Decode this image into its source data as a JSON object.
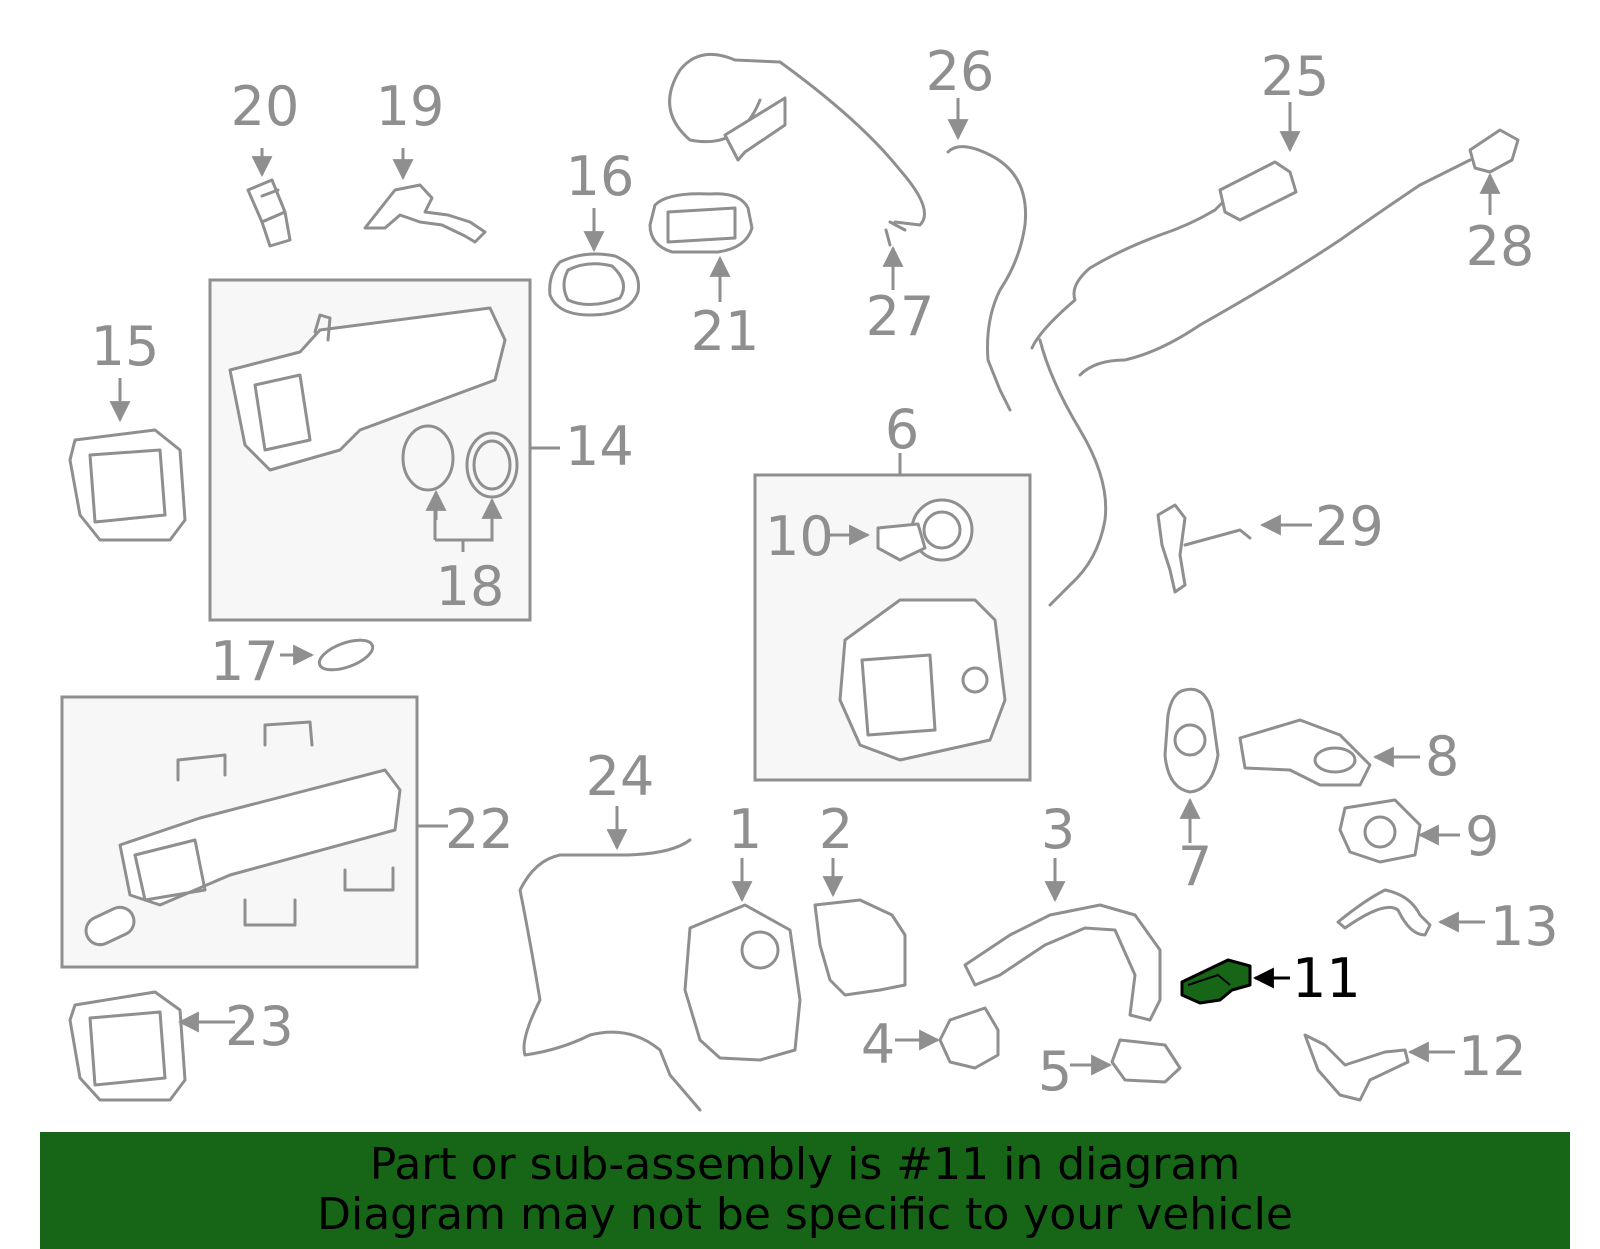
{
  "diagram": {
    "highlight_color": "#176617",
    "line_color": "#8f8f8f",
    "highlighted_part": "11",
    "callouts": [
      "1",
      "2",
      "3",
      "4",
      "5",
      "6",
      "7",
      "8",
      "9",
      "10",
      "11",
      "12",
      "13",
      "14",
      "15",
      "16",
      "17",
      "18",
      "19",
      "20",
      "21",
      "22",
      "23",
      "24",
      "25",
      "26",
      "27",
      "28",
      "29"
    ]
  },
  "banner": {
    "line1": "Part or sub-assembly is #11 in diagram",
    "line2": "Diagram may not be specific to your vehicle",
    "background": "#176617"
  }
}
